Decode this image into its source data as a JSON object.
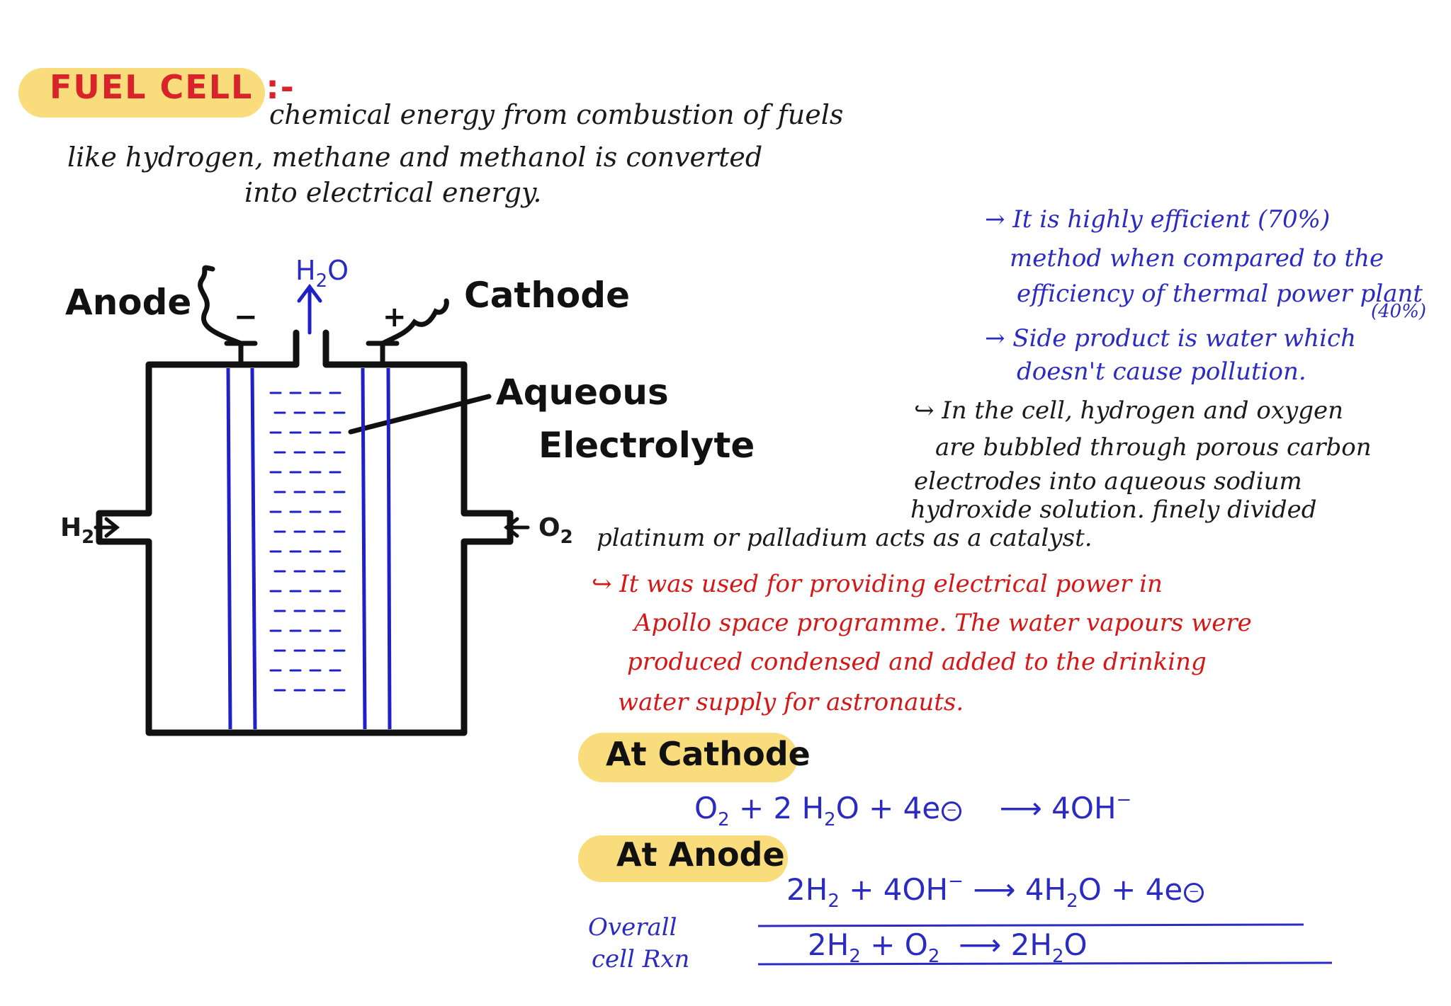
{
  "title": "FUEL CELL :-",
  "intro": [
    "chemical energy from combustion of fuels",
    "like hydrogen, methane and methanol is converted",
    "into electrical energy."
  ],
  "diagram": {
    "anode": "Anode",
    "cathode": "Cathode",
    "minus": "−",
    "plus": "+",
    "h2o_top": "H",
    "h2o_sub": "2",
    "h2o_tail": "O",
    "electrolyte_1": "Aqueous",
    "electrolyte_2": "Electrolyte",
    "h2_in": "H",
    "h2_sub": "2",
    "o2_in": "O",
    "o2_sub": "2"
  },
  "blue_notes": {
    "line1": "→ It is highly efficient (70%)",
    "line2": "method when compared to the",
    "line3": "efficiency of thermal power plant",
    "line3b": "(40%)",
    "line4": "→ Side product is water which",
    "line5": "doesn't cause pollution."
  },
  "black_notes": {
    "line1": "↪ In the cell, hydrogen and oxygen",
    "line2": "are bubbled through porous carbon",
    "line3": "electrodes into aqueous sodium",
    "line4": "hydroxide solution. finely divided",
    "line5": "platinum or palladium acts as a catalyst."
  },
  "red_notes": {
    "line1": "↪ It was used for providing electrical power in",
    "line2": "Apollo space programme. The water vapours were",
    "line3": "produced condensed and added to the drinking",
    "line4": "water supply for astronauts."
  },
  "cathode_heading": "At Cathode",
  "anode_heading": "At Anode",
  "overall_label_1": "Overall",
  "overall_label_2": "cell Rxn",
  "colors": {
    "highlight": "#f9dd7c",
    "title_red": "#d8232a",
    "blue_ink": "#2b2bc2",
    "red_ink": "#d41818",
    "black_ink": "#111111"
  }
}
